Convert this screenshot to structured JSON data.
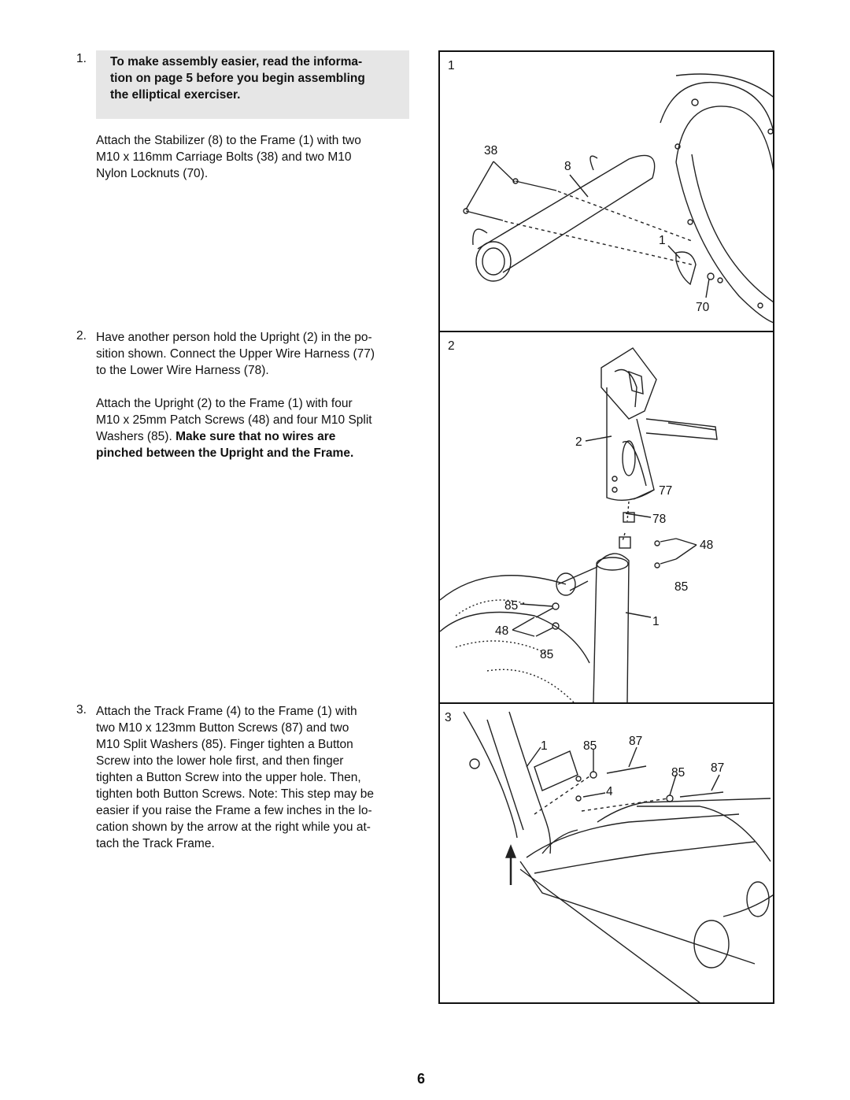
{
  "steps": [
    {
      "number": "1.",
      "note": "To make assembly easier, read the informa- tion on page 5 before you begin assembling the elliptical exerciser.",
      "note_lines": [
        "To make assembly easier, read the informa-",
        "tion on page 5 before you begin assembling",
        "the elliptical exerciser."
      ],
      "paragraph_lines": [
        "Attach the Stabilizer (8) to the Frame (1) with two",
        "M10 x 116mm Carriage Bolts (38) and two M10",
        "Nylon Locknuts (70)."
      ]
    },
    {
      "number": "2.",
      "paragraph1_lines": [
        "Have another person hold the Upright (2) in the po-",
        "sition shown. Connect the Upper Wire Harness (77)",
        "to the Lower Wire Harness (78)."
      ],
      "paragraph2_lines": [
        "Attach the Upright (2) to the Frame (1) with four",
        "M10 x 25mm Patch Screws (48) and four M10 Split",
        "Washers (85). "
      ],
      "paragraph2_bold_lines": [
        "Make sure that no wires are",
        "pinched between the Upright and the Frame."
      ]
    },
    {
      "number": "3.",
      "paragraph_lines": [
        "Attach the Track Frame (4) to the Frame (1) with",
        "two M10 x 123mm Button Screws (87) and two",
        "M10 Split Washers (85). Finger tighten a Button",
        "Screw into the lower hole first, and then finger",
        "tighten a Button Screw into the upper hole. Then,",
        "tighten both Button Screws. Note: This step may be",
        "easier if you raise the Frame a few inches in the lo-",
        "cation shown by the arrow at the right while you at-",
        "tach the Track Frame."
      ]
    }
  ],
  "figures": {
    "fig1": {
      "number": "1",
      "labels": {
        "bolts": "38",
        "stabilizer": "8",
        "frame": "1",
        "locknut": "70"
      }
    },
    "fig2": {
      "number": "2",
      "labels": {
        "upright": "2",
        "upper_harness": "77",
        "lower_harness": "78",
        "screws_right": "48",
        "washer_right": "85",
        "washer_left": "85",
        "screws_left": "48",
        "frame": "1",
        "washer_bottom": "85"
      }
    },
    "fig3": {
      "number": "3",
      "labels": {
        "frame": "1",
        "washer_a": "85",
        "screw_a": "87",
        "washer_b": "85",
        "screw_b": "87",
        "track_frame": "4"
      }
    }
  },
  "page_number": "6"
}
